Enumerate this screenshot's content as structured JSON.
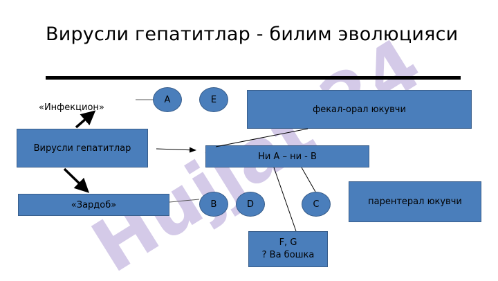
{
  "title": "Вирусли гепатитлар  - билим эволюцияси",
  "watermark": "Hujjat 24",
  "labels": {
    "infection": "«Инфекцион»",
    "serum": "«Зардоб»",
    "hepatitis": "Вирусли гепатитлар",
    "fecal_oral": "фекал-орал юкувчи",
    "non_a_non_b": "Ни А – ни - В",
    "parenteral": "парентерал юкувчи",
    "fg_line1": "F, G",
    "fg_line2": "? Ва бошка"
  },
  "viruses": {
    "a": "A",
    "e": "E",
    "b": "B",
    "d": "D",
    "c": "C"
  },
  "colors": {
    "box_fill": "#4a7ebb",
    "box_border": "#385d8a",
    "watermark": "#b7a6d8"
  }
}
